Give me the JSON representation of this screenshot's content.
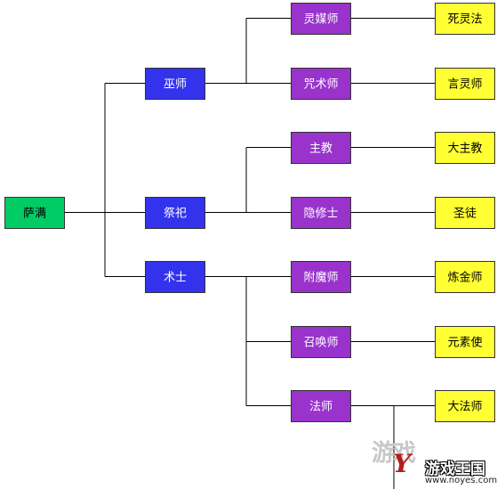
{
  "colors": {
    "root": "#00cc66",
    "tier1": "#3333ee",
    "tier2": "#9933cc",
    "tier3": "#ffff33",
    "line": "#000000"
  },
  "tree": {
    "root": "萨满",
    "tier1": [
      "巫师",
      "祭祀",
      "术士"
    ],
    "tier2": [
      "灵媒师",
      "咒术师",
      "主教",
      "隐修士",
      "附魔师",
      "召唤师",
      "法师"
    ],
    "tier3": [
      "死灵法",
      "言灵师",
      "大主教",
      "圣徒",
      "炼金师",
      "元素使",
      "大法师"
    ]
  },
  "watermark": {
    "chars": "游戏",
    "logo": "Y",
    "brand": "游戏王国",
    "url": "www.noyes.com"
  }
}
